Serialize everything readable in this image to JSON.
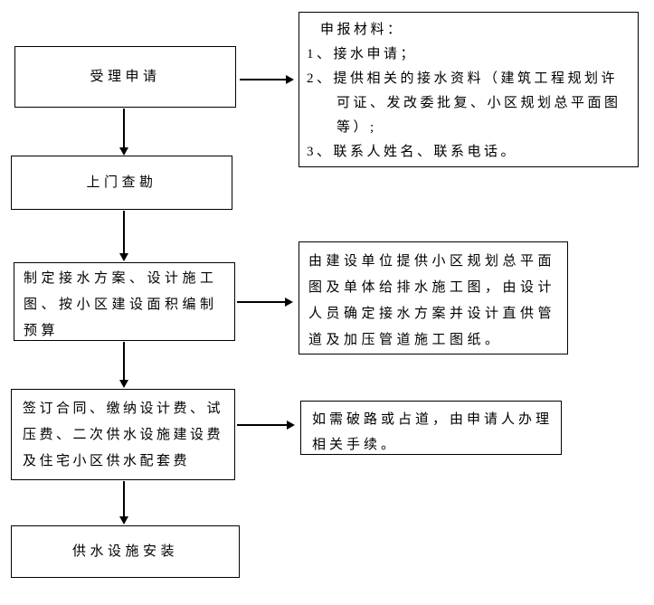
{
  "flowchart": {
    "colors": {
      "border": "#000000",
      "text": "#000000",
      "background": "#ffffff",
      "arrow": "#000000"
    },
    "steps": [
      {
        "label": "受理申请"
      },
      {
        "label": "上门查勘"
      },
      {
        "label": "制定接水方案、设计施工图、按小区建设面积编制预算"
      },
      {
        "label": "签订合同、缴纳设计费、试压费、二次供水设施建设费及住宅小区供水配套费"
      },
      {
        "label": "供水设施安装"
      }
    ],
    "notes": [
      {
        "title": "申报材料：",
        "items": [
          "1、接水申请；",
          "2、提供相关的接水资料（建筑工程规划许可证、发改委批复、小区规划总平面图等）;",
          "3、联系人姓名、联系电话。"
        ]
      },
      {
        "text": "由建设单位提供小区规划总平面图及单体给排水施工图，由设计人员确定接水方案并设计直供管道及加压管道施工图纸。"
      },
      {
        "text": "如需破路或占道，由申请人办理相关手续。"
      }
    ]
  }
}
